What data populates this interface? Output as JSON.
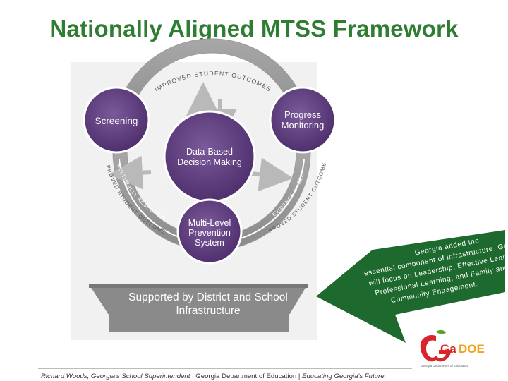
{
  "title": "Nationally Aligned MTSS Framework",
  "diagram": {
    "ring_top_label": "IMPROVED STUDENT OUTCOMES",
    "ring_left_inner_label": "CULTURALLY RESPONSIVE",
    "ring_left_outer_label": "IMPROVED STUDENT OUTCOMES",
    "ring_right_inner_label": "EVIDENCE-BASED",
    "ring_right_outer_label": "IMPROVED STUDENT OUTCOMES",
    "screening": "Screening",
    "progress_line1": "Progress",
    "progress_line2": "Monitoring",
    "center_line1": "Data-Based",
    "center_line2": "Decision Making",
    "mlp_line1": "Multi-Level",
    "mlp_line2": "Prevention",
    "mlp_line3": "System",
    "base_line1": "Supported by District and School",
    "base_line2": "Infrastructure"
  },
  "arrow_note": {
    "line1": "Georgia added the",
    "line2": "essential component of infrastructure. Georgia",
    "line3": "will focus on Leadership, Effective Learning,",
    "line4": "Professional Learning, and Family and",
    "line5": "Community Engagement."
  },
  "footer": {
    "superintendent": "Richard Woods, Georgia's School Superintendent",
    "sep1": "|",
    "department": "Georgia Department of Education",
    "sep2": "|",
    "slogan": "Educating Georgia's Future"
  },
  "logo": {
    "wordmark_ga": "Ga",
    "wordmark_doe": "DOE",
    "tagline": "Georgia Department of Education"
  },
  "colors": {
    "title_green": "#2f7d32",
    "purple": "#5b3a78",
    "ring_gray": "#8d8d8d",
    "base_gray": "#7f7f7f",
    "arrow_green": "#1e6a2e"
  }
}
